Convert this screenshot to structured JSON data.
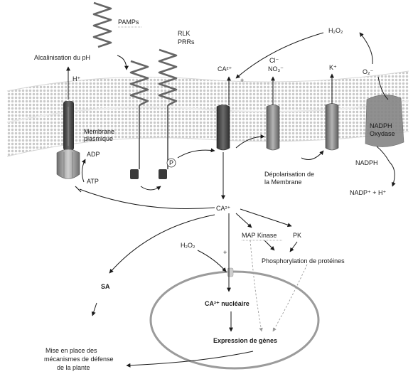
{
  "labels": {
    "pamps": "PAMPs",
    "rlk": "RLK",
    "prrs": "PRRs",
    "alcalinisation": "Alcalinisation du pH",
    "h_plus": "H⁺",
    "membrane_1": "Membrane",
    "membrane_2": "plasmique",
    "adp": "ADP",
    "atp": "ATP",
    "p_circle": "P",
    "ca_top": "CA²⁺",
    "plus_top": "+",
    "cl": "Cl⁻",
    "no3": "NO₃⁻",
    "k_plus": "K⁺",
    "h2o2_top": "H₂O₂",
    "o2": "O₂⁻",
    "nadph_oxydase_1": "NADPH",
    "nadph_oxydase_2": "Oxydase",
    "nadph": "NADPH",
    "nadp": "NADP⁺ + H⁺",
    "depol_1": "Dépolarisation de",
    "depol_2": "la Membrane",
    "ca_center": "CA²⁺",
    "map_kinase": "MAP Kinase",
    "pk": "PK",
    "phospho": "Phosphorylation de protéines",
    "h2o2_mid": "H₂O₂",
    "plus_mid": "+",
    "sa": "SA",
    "ca_nucleaire": "CA²⁺ nucléaire",
    "expression": "Expression de gènes",
    "mise_1": "Mise en place des",
    "mise_2": "mécanismes de défense",
    "mise_3": "de la plante"
  },
  "colors": {
    "membrane_dots": "#c8c8c8",
    "channel_dark": "#4a4a4a",
    "channel_mid": "#7a7a7a",
    "nucleus_ring": "#9b9b9b"
  }
}
